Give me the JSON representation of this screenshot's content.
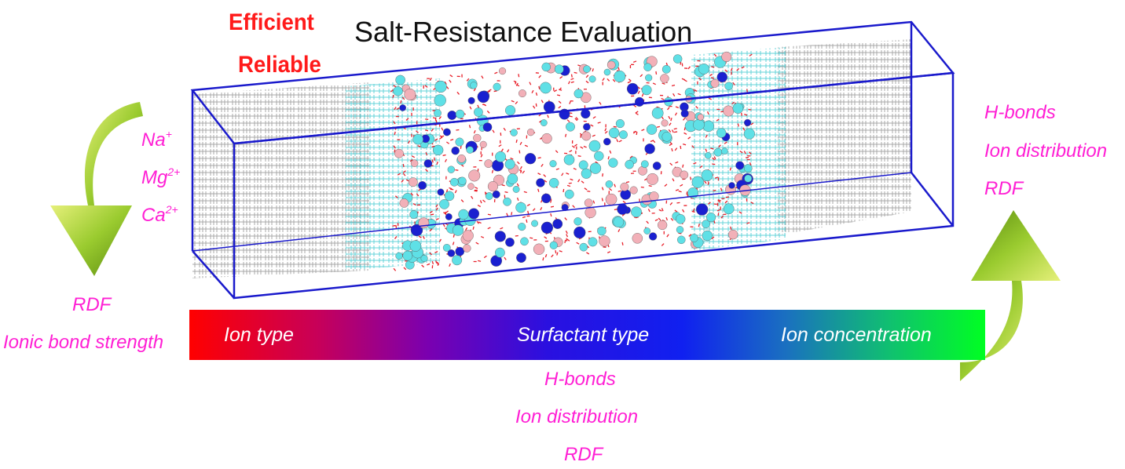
{
  "header": {
    "efficient": "Efficient",
    "reliable": "Reliable",
    "title": "Salt-Resistance Evaluation"
  },
  "ions": [
    {
      "symbol": "Na",
      "charge": "+"
    },
    {
      "symbol": "Mg",
      "charge": "2+"
    },
    {
      "symbol": "Ca",
      "charge": "2+"
    }
  ],
  "left_outputs": [
    "RDF",
    "Ionic bond strength"
  ],
  "right_outputs": [
    "H-bonds",
    "Ion distribution",
    "RDF"
  ],
  "bottom_outputs": [
    "H-bonds",
    "Ion distribution",
    "RDF"
  ],
  "factor_bar": {
    "labels": [
      "Ion type",
      "Surfactant type",
      "Ion concentration"
    ]
  },
  "colors": {
    "accent_red": "#ff1a1a",
    "label_magenta": "#ff1fd4",
    "box_blue": "#1a1acc",
    "arrow_green": "#8cc63f",
    "water_red": "#e8202a",
    "ion_cyan": "#5fe0e6",
    "ion_blue": "#1a20d0",
    "ion_pink": "#f2b0b8",
    "surfactant_gray": "#9a9a9a"
  },
  "icons": [
    "curved-arrow-down-icon",
    "curved-arrow-up-icon"
  ]
}
